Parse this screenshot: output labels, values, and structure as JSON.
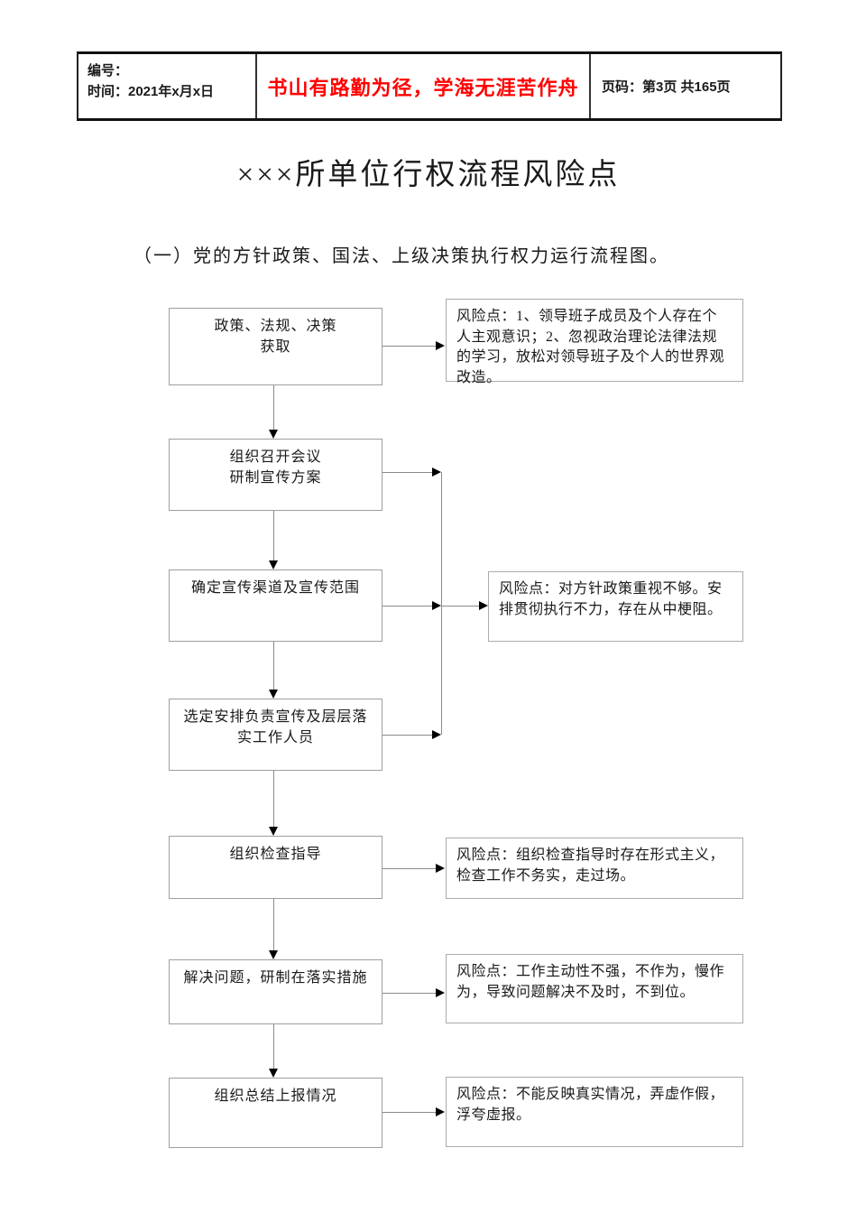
{
  "header": {
    "number_label": "编号：",
    "time_label": "时间：2021年x月x日",
    "motto": "书山有路勤为径，学海无涯苦作舟",
    "page_info": "页码：第3页 共165页"
  },
  "title": "×××所单位行权流程风险点",
  "subtitle": "（一）党的方针政策、国法、上级决策执行权力运行流程图。",
  "colors": {
    "motto_red": "#ff0000",
    "box_border_gray": "#9e9e9e",
    "arrow_black": "#000000"
  },
  "flowchart": {
    "steps": [
      {
        "label": "政策、法规、决策\n获取"
      },
      {
        "label": "组织召开会议\n研制宣传方案"
      },
      {
        "label": "确定宣传渠道及宣传范围"
      },
      {
        "label": "选定安排负责宣传及层层落\n实工作人员"
      },
      {
        "label": "组织检查指导"
      },
      {
        "label": "解决问题，研制在落实措施"
      },
      {
        "label": "组织总结上报情况"
      }
    ],
    "risks": [
      {
        "text": "风险点：1、领导班子成员及个人存在个\n人主观意识；2、忽视政治理论法律法规\n的学习，放松对领导班子及个人的世界观\n改造。"
      },
      {
        "text": "风险点：对方针政策重视不够。安\n排贯彻执行不力，存在从中梗阻。"
      },
      {
        "text": "风险点：组织检查指导时存在形式主义，\n检查工作不务实，走过场。"
      },
      {
        "text": "风险点：工作主动性不强，不作为，慢作\n为，导致问题解决不及时，不到位。"
      },
      {
        "text": "风险点：不能反映真实情况，弄虚作假，\n浮夸虚报。"
      }
    ]
  }
}
